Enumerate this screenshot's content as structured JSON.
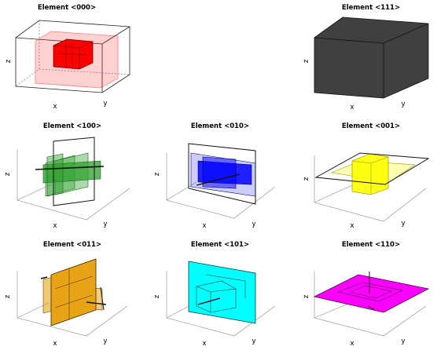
{
  "panels": [
    {
      "id": "p000",
      "title": "Element <000>",
      "kind": "center",
      "color": "#ff0000",
      "plane": "fill",
      "x_label": "x",
      "y_label": "y",
      "z_label": "z"
    },
    {
      "id": "p111",
      "title": "Element <111>",
      "kind": "solid",
      "color": "#404040",
      "x_label": "x",
      "y_label": "y",
      "z_label": "z"
    },
    {
      "id": "p100",
      "title": "Element <100>",
      "kind": "x",
      "color": "#2ca02c",
      "x_label": "x",
      "y_label": "y",
      "z_label": "z"
    },
    {
      "id": "p010",
      "title": "Element <010>",
      "kind": "y",
      "color": "#0000ff",
      "x_label": "x",
      "y_label": "y",
      "z_label": "z"
    },
    {
      "id": "p001",
      "title": "Element <001>",
      "kind": "z",
      "color": "#ffff00",
      "x_label": "x",
      "y_label": "y",
      "z_label": "z"
    },
    {
      "id": "p011",
      "title": "Element <011>",
      "kind": "x",
      "color": "#e8a317",
      "solid_plane": true,
      "x_label": "x",
      "y_label": "y",
      "z_label": "z"
    },
    {
      "id": "p101",
      "title": "Element <101>",
      "kind": "y",
      "color": "#00ffff",
      "solid_plane": true,
      "x_label": "x",
      "y_label": "y",
      "z_label": "z"
    },
    {
      "id": "p110",
      "title": "Element <110>",
      "kind": "z",
      "color": "#ff00ff",
      "solid_plane": true,
      "x_label": "x",
      "y_label": "y",
      "z_label": "z"
    }
  ]
}
